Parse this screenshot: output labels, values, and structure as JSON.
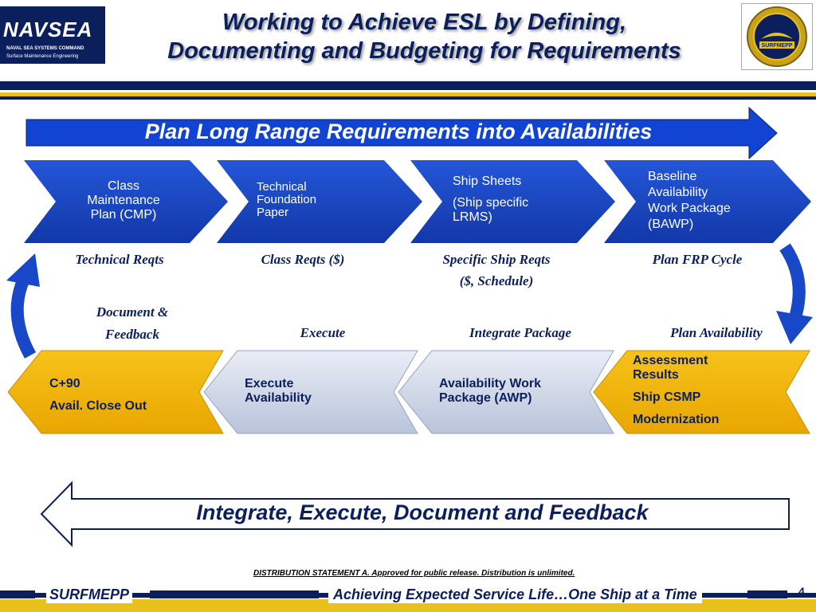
{
  "header": {
    "logo_left": {
      "name": "NAVSEA",
      "line1": "NAVAL SEA SYSTEMS COMMAND",
      "line2": "Surface Maintenance Engineering"
    },
    "logo_right": "SURFMEPP",
    "title_line1": "Working to Achieve ESL by Defining,",
    "title_line2": "Documenting and Budgeting for Requirements"
  },
  "top_arrow": {
    "label": "Plan  Long Range Requirements into Availabilities"
  },
  "top_row": [
    {
      "lines": [
        "Class",
        "Maintenance",
        "Plan (CMP)"
      ]
    },
    {
      "lines": [
        "Technical",
        "Foundation",
        "Paper"
      ]
    },
    {
      "lines": [
        "Ship Sheets",
        "(Ship specific",
        "LRMS)"
      ]
    },
    {
      "lines": [
        "Baseline",
        "Availability",
        "Work Package",
        "(BAWP)"
      ]
    }
  ],
  "top_labels": [
    "Technical Reqts",
    "Class Reqts ($)",
    "Specific Ship Reqts",
    "($, Schedule)",
    "Plan FRP Cycle"
  ],
  "mid_labels": {
    "document_feedback_1": "Document &",
    "document_feedback_2": "Feedback",
    "execute": "Execute",
    "integrate": "Integrate Package",
    "plan_availability": "Plan Availability"
  },
  "bottom_row": [
    {
      "lines": [
        "C+90",
        "Avail. Close Out"
      ]
    },
    {
      "lines": [
        "Execute",
        "Availability"
      ]
    },
    {
      "lines": [
        "Availability Work",
        "Package (AWP)"
      ]
    },
    {
      "lines": [
        "Assessment",
        "Results",
        "Ship CSMP",
        "Modernization"
      ]
    }
  ],
  "bottom_arrow": {
    "label": "Integrate, Execute, Document and Feedback"
  },
  "footer": {
    "distribution": "DISTRIBUTION STATEMENT A.  Approved for public release.  Distribution is unlimited.",
    "left": "SURFMEPP",
    "right": "Achieving Expected Service Life…One Ship at a Time",
    "page": "4"
  },
  "colors": {
    "navy": "#0b1f5c",
    "blue": "#1848c8",
    "gold": "#f0b400",
    "silver": "#cfd6e6"
  }
}
